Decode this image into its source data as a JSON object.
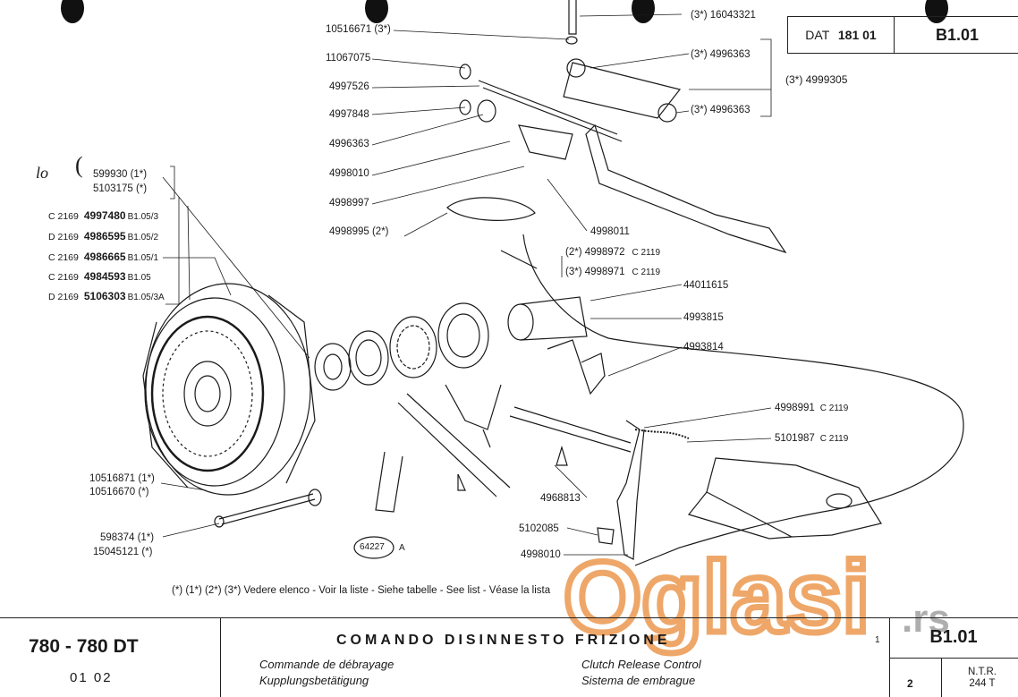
{
  "header": {
    "dat_prefix": "DAT",
    "dat_number": "181 01",
    "plate_code": "B1.01"
  },
  "parts_left": {
    "handwritten_mark": "lo",
    "group_a": [
      {
        "text": "599930 (1*)"
      },
      {
        "text": "5103175  (*)"
      }
    ],
    "group_b": [
      {
        "prefix": "C 2169",
        "number": "4997480",
        "ref": "B1.05/3"
      },
      {
        "prefix": "D 2169",
        "number": "4986595",
        "ref": "B1.05/2"
      },
      {
        "prefix": "C 2169",
        "number": "4986665",
        "ref": "B1.05/1"
      },
      {
        "prefix": "C 2169",
        "number": "4984593",
        "ref": "B1.05"
      },
      {
        "prefix": "D 2169",
        "number": "5106303",
        "ref": "B1.05/3A"
      }
    ],
    "group_c": [
      {
        "text": "10516871 (1*)"
      },
      {
        "text": "10516670  (*)"
      }
    ],
    "group_d": [
      {
        "text": "598374 (1*)"
      },
      {
        "text": "15045121  (*)"
      }
    ]
  },
  "parts_top": [
    {
      "text": "10516671 (3*)"
    },
    {
      "text": "11067075"
    },
    {
      "text": "4997526"
    },
    {
      "text": "4997848"
    },
    {
      "text": "4996363"
    },
    {
      "text": "4998010"
    },
    {
      "text": "4998997"
    },
    {
      "text": "4998995 (2*)"
    }
  ],
  "parts_right_top": [
    {
      "text": "(3*) 16043321"
    },
    {
      "text": "(3*) 4996363"
    },
    {
      "text": "(3*) 4996363"
    },
    {
      "text": "(3*) 4999305"
    }
  ],
  "parts_mid": [
    {
      "text": "4998011"
    },
    {
      "text": "(2*) 4998972",
      "ref": "C 2119"
    },
    {
      "text": "(3*) 4998971",
      "ref": "C 2119"
    },
    {
      "text": "44011615"
    },
    {
      "text": "4993815"
    },
    {
      "text": "4993814"
    },
    {
      "text": "4998991",
      "ref": "C 2119"
    },
    {
      "text": "5101987",
      "ref": "C 2119"
    },
    {
      "text": "4968813"
    },
    {
      "text": "5102085"
    },
    {
      "text": "4998010"
    }
  ],
  "stamp": {
    "circle": "64227",
    "suffix": "A"
  },
  "note": "(*)  (1*)  (2*)  (3*)  Vedere elenco  -  Voir la liste  -  Siehe tabelle  -  See list  -  Véase la lista",
  "title_block": {
    "model": "780 - 780 DT",
    "model_sub": "01   02",
    "title_it": "COMANDO DISINNESTO FRIZIONE",
    "title_fr": "Commande de débrayage",
    "title_de": "Kupplungsbetätigung",
    "title_en": "Clutch Release Control",
    "title_es": "Sistema de embrague",
    "sheet_1": "1",
    "sheet_2": "2",
    "code": "B1.01",
    "ntr_1": "N.T.R.",
    "ntr_2": "244 T"
  },
  "watermark": {
    "brand": "Oglasi",
    "tld": ".rs"
  },
  "colors": {
    "ink": "#1a1a1a",
    "watermark": "#e8822a"
  }
}
